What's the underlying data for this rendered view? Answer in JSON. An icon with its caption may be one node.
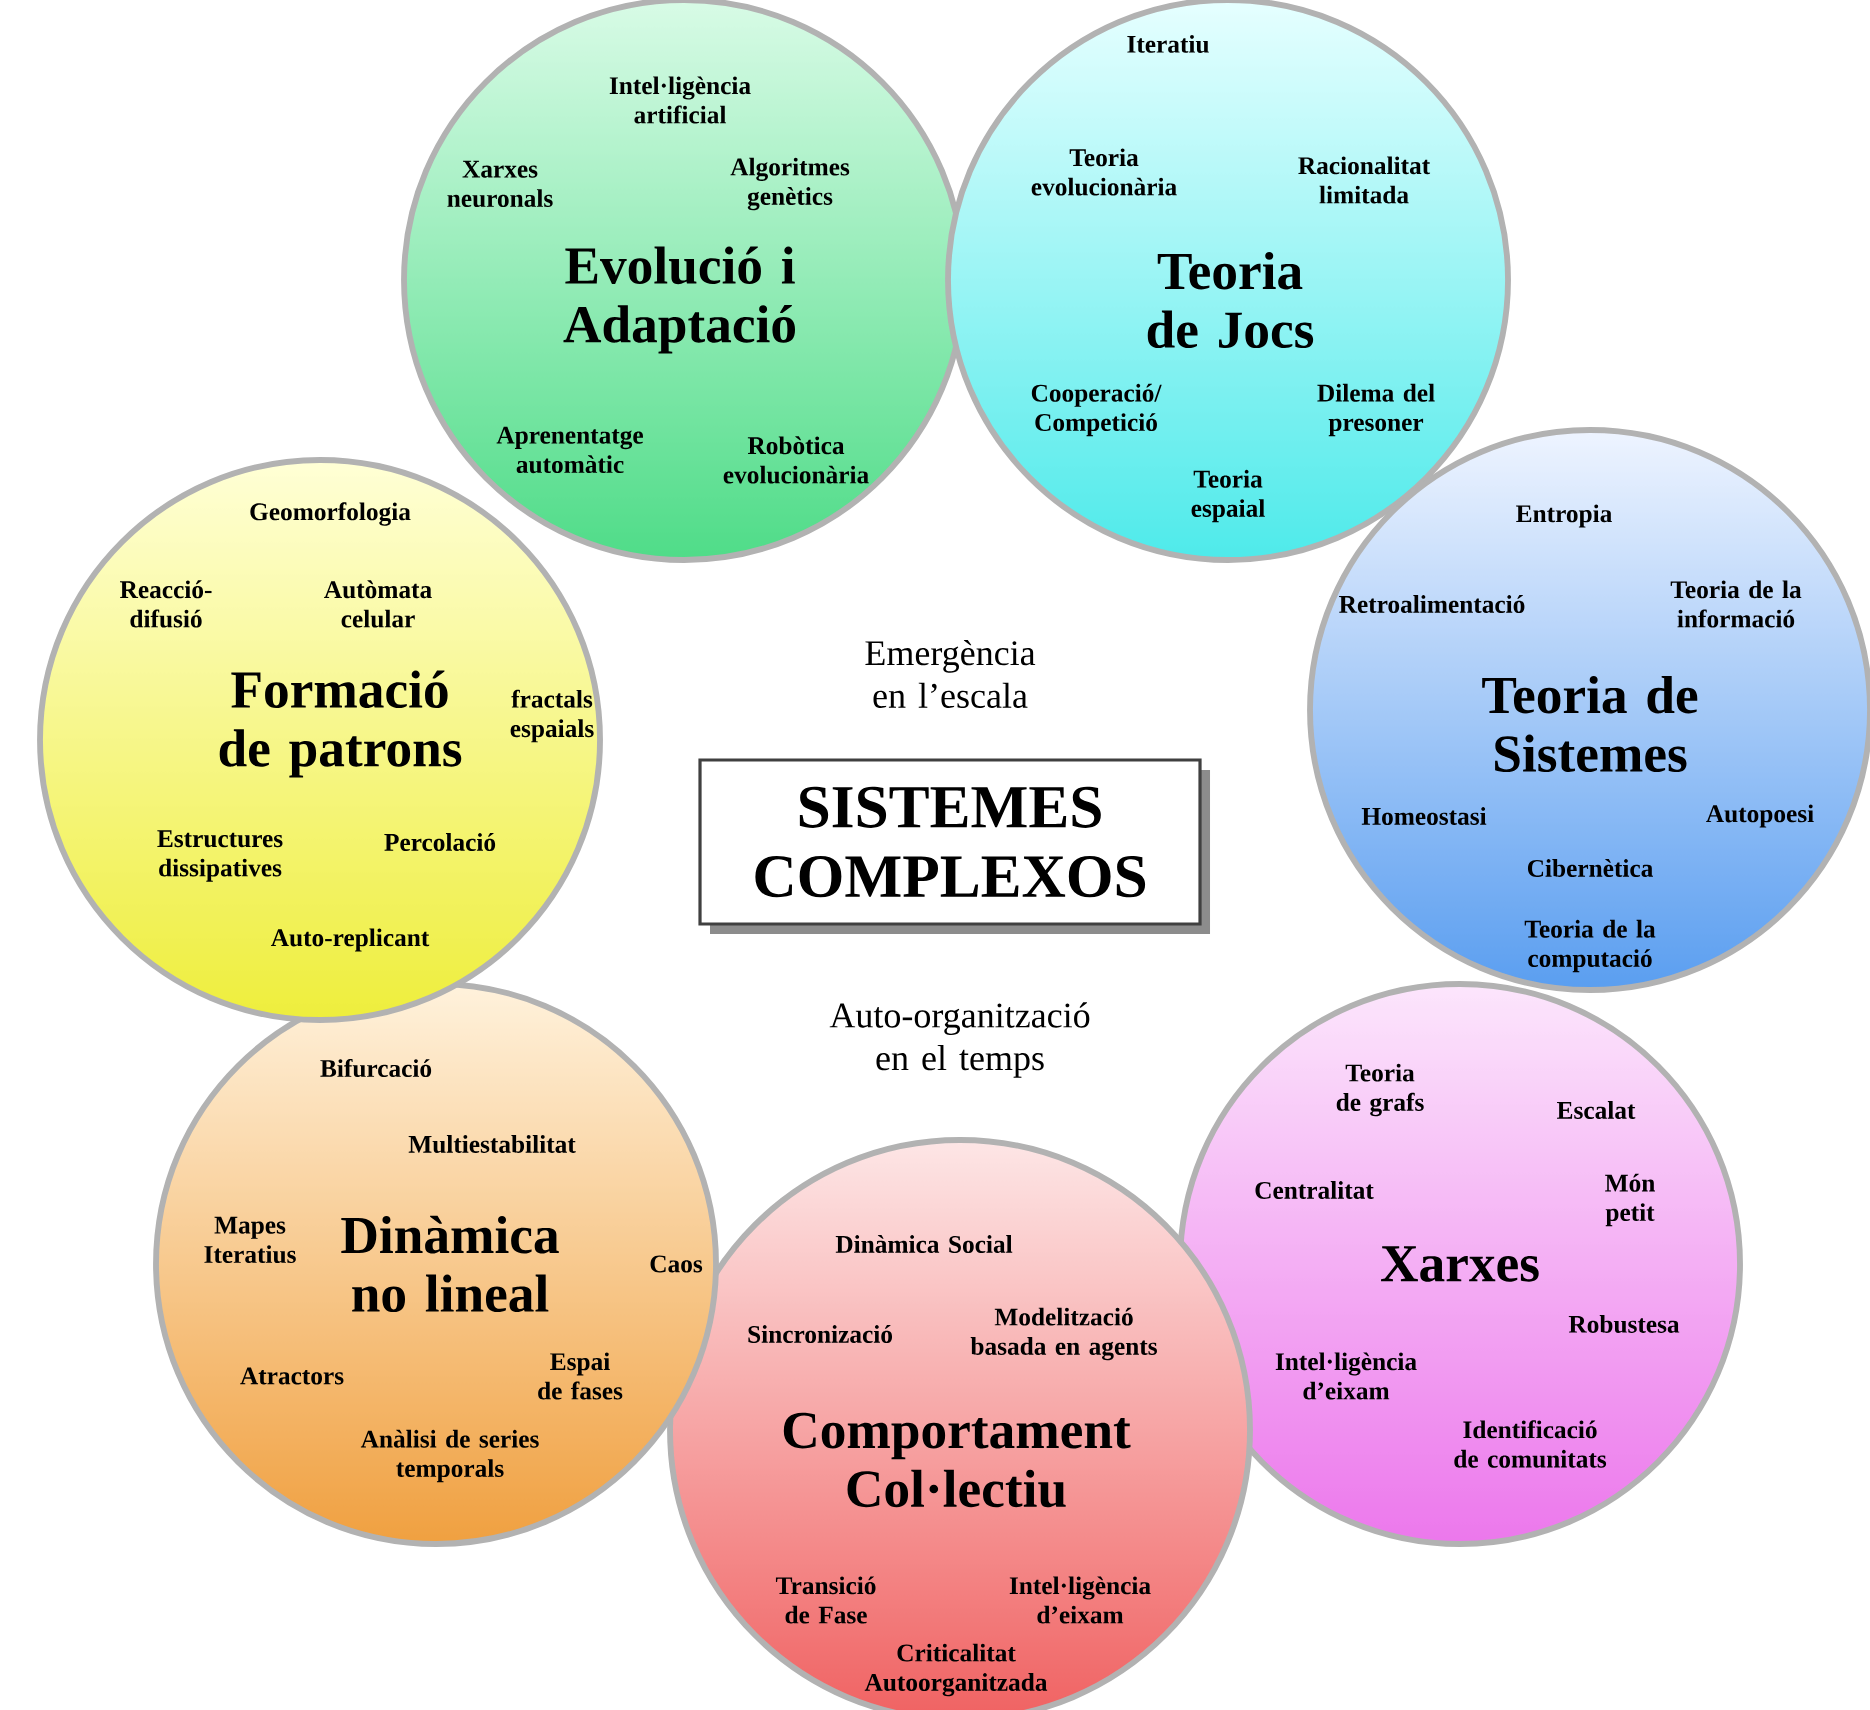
{
  "diagram": {
    "nodes": [
      {
        "text": [
          "Evolució i Adaptació",
          "Intel·ligència artificial",
          "Xarxes neuronals",
          "Algoritmes genètics",
          "Aprenentatge automàtic",
          "Robòtica evolucionària"
        ]
      },
      {
        "text": [
          "Teoria de Jocs",
          "Iteratiu",
          "Teoria evolucionària",
          "Racionalitat limitada",
          "Cooperació/ Competició",
          "Dilema del presoner",
          "Teoria espaial"
        ]
      },
      {
        "text": [
          "Teoria de Sistemes",
          "Entropia",
          "Retroalimentació",
          "Teoria de la informació",
          "Homeostasi",
          "Autopoesi",
          "Cibernètica",
          "Teoria de la computació"
        ]
      },
      {
        "text": [
          "Xarxes",
          "Teoria de grafs",
          "Escalat",
          "Centralitat",
          "Món petit",
          "Robustesa",
          "Intel·ligència d’eixam",
          "Identificació de comunitats"
        ]
      },
      {
        "text": [
          "Comportament Col·lectiu",
          "Dinàmica Social",
          "Sincronizació",
          "Modelització basada en agents",
          "Transició de Fase",
          "Intel·ligència d’eixam",
          "Criticalitat Autoorganitzada"
        ]
      },
      {
        "text": [
          "Dinàmica no lineal",
          "Bifurcació",
          "Multiestabilitat",
          "Mapes Iteratius",
          "Caos",
          "Atractors",
          "Espai de fases",
          "Anàlisi de series temporals"
        ]
      },
      {
        "text": [
          "Formació de patrons",
          "Geomorfologia",
          "Reacció- difusió",
          "Autòmata celular",
          "fractals espaials",
          "Estructures dissipatives",
          "Percolació",
          "Auto-replicant"
        ]
      },
      {
        "text": [
          "SISTEMES COMPLEXOS"
        ]
      }
    ],
    "labels": [
      "Emergència en l’escala",
      "Auto-organització en el temps"
    ]
  }
}
